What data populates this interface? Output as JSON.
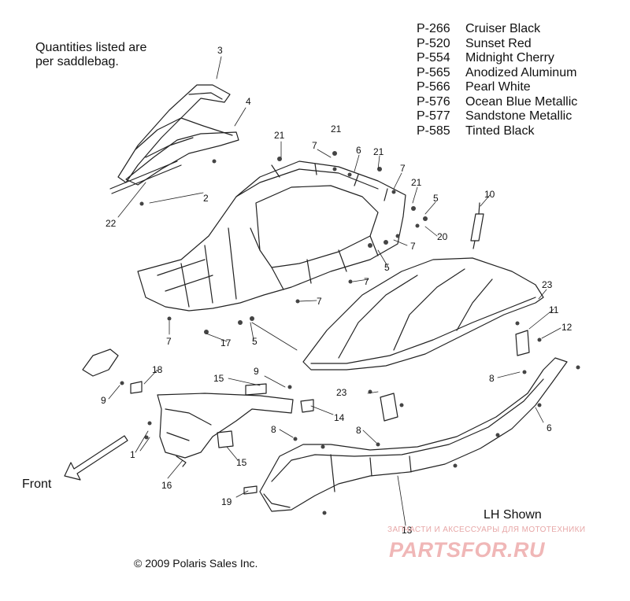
{
  "note": {
    "line1": "Quantities listed are",
    "line2": "per saddlebag."
  },
  "colors": [
    {
      "code": "P-266",
      "name": "Cruiser Black"
    },
    {
      "code": "P-520",
      "name": "Sunset Red"
    },
    {
      "code": "P-554",
      "name": "Midnight Cherry"
    },
    {
      "code": "P-565",
      "name": "Anodized Aluminum"
    },
    {
      "code": "P-566",
      "name": "Pearl White"
    },
    {
      "code": "P-576",
      "name": "Ocean Blue Metallic"
    },
    {
      "code": "P-577",
      "name": "Sandstone Metallic"
    },
    {
      "code": "P-585",
      "name": "Tinted Black"
    }
  ],
  "callouts": {
    "c3": "3",
    "c4": "4",
    "c2": "2",
    "c22": "22",
    "c21a": "21",
    "c7a": "7",
    "c6a": "6",
    "c21b": "21",
    "c7b": "7",
    "c21c": "21",
    "c5a": "5",
    "c20": "20",
    "c10": "10",
    "c7c": "7",
    "c5b": "5",
    "c7d": "7",
    "c7e": "7",
    "c7f": "7",
    "c17": "17",
    "c5c": "5",
    "c23a": "23",
    "c11": "11",
    "c12": "12",
    "c8a": "8",
    "c6b": "6",
    "c18": "18",
    "c9a": "9",
    "c15a": "15",
    "c9b": "9",
    "c23b": "23",
    "c14": "14",
    "c8b": "8",
    "c8c": "8",
    "c1": "1",
    "c15b": "15",
    "c16": "16",
    "c19": "19",
    "c13": "13"
  },
  "labels": {
    "front": "Front",
    "lh_shown": "LH Shown",
    "copyright": "© 2009 Polaris Sales Inc."
  },
  "watermark": {
    "tagline": "ЗАПЧАСТИ И АКСЕССУАРЫ ДЛЯ МОТОТЕХНИКИ",
    "logo": "PARTSFOR.RU",
    "color": "#f0b7b7"
  }
}
